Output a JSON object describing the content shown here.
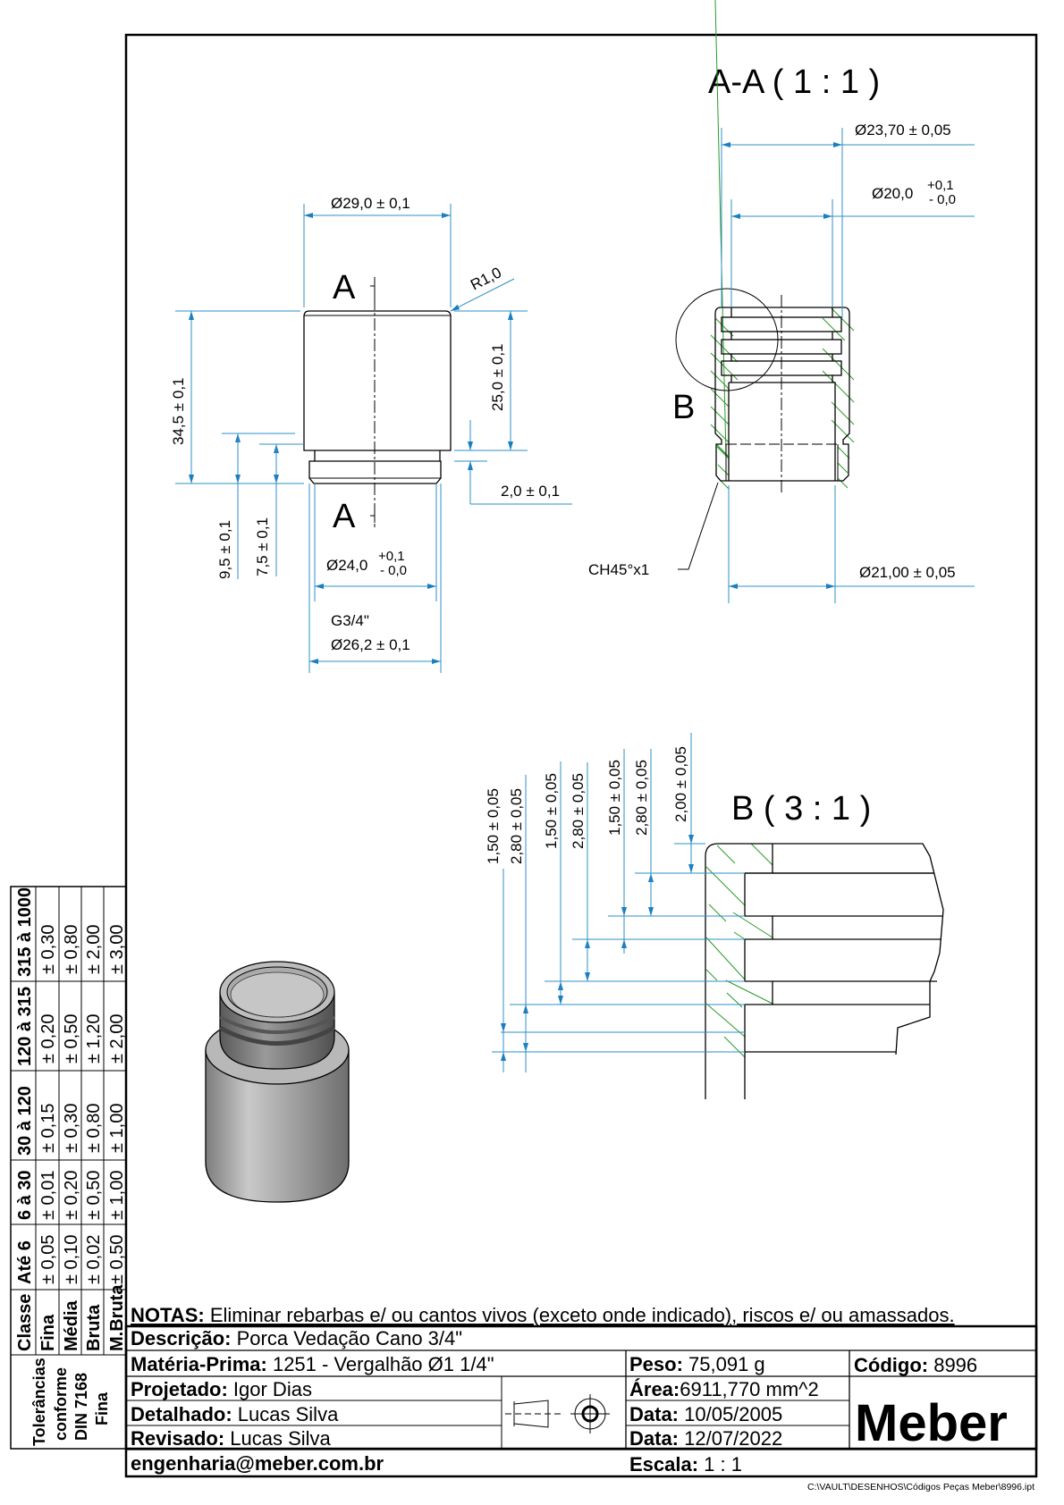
{
  "views": {
    "front": {
      "section_marker_top": "A",
      "section_marker_bottom": "A",
      "dim_outer_diameter": "Ø29,0 ± 0,1",
      "dim_radius": "R1,0",
      "dim_total_height": "34,5 ± 0,1",
      "dim_body_height": "25,0 ± 0,1",
      "dim_groove": "2,0 ± 0,1",
      "dim_9_5": "9,5 ± 0,1",
      "dim_7_5": "7,5 ± 0,1",
      "dim_thread_minor": "Ø24,0",
      "dim_thread_minor_tol_plus": "+0,1",
      "dim_thread_minor_tol_minus": "- 0,0",
      "thread_spec": "G3/4\"",
      "dim_thread_major": "Ø26,2 ± 0,1"
    },
    "section": {
      "title": "A-A  ( 1 : 1 )",
      "detail_marker": "B",
      "dim_groove_diameter": "Ø23,70 ± 0,05",
      "dim_bore": "Ø20,0",
      "dim_bore_tol_plus": "+0,1",
      "dim_bore_tol_minus": "- 0,0",
      "chamfer": "CH45°x1",
      "dim_inner_lower": "Ø21,00 ± 0,05"
    },
    "detail": {
      "title": "B  ( 3 : 1 )",
      "dims": [
        "1,50 ± 0,05",
        "2,80 ± 0,05",
        "1,50 ± 0,05",
        "2,80 ± 0,05",
        "1,50 ± 0,05",
        "2,80 ± 0,05",
        "2,00 ± 0,05"
      ]
    }
  },
  "tolerance_table": {
    "caption_lines": [
      "Tolerâncias",
      "conforme",
      "DIN 7168",
      "Fina"
    ],
    "header": [
      "Classe",
      "Até 6",
      "6 à 30",
      "30 à 120",
      "120 à 315",
      "315 à 1000"
    ],
    "rows": [
      {
        "class": "Fina",
        "values": [
          "± 0,05",
          "± 0,01",
          "± 0,15",
          "± 0,20",
          "± 0,30"
        ]
      },
      {
        "class": "Média",
        "values": [
          "± 0,10",
          "± 0,20",
          "± 0,30",
          "± 0,50",
          "± 0,80"
        ]
      },
      {
        "class": "Bruta",
        "values": [
          "± 0,02",
          "± 0,50",
          "± 0,80",
          "± 1,20",
          "± 2,00"
        ]
      },
      {
        "class": "M.Bruta",
        "values": [
          "± 0,50",
          "± 1,00",
          "± 1,00",
          "± 2,00",
          "± 3,00"
        ]
      }
    ]
  },
  "title_block": {
    "notes_label": "NOTAS:",
    "notes_text": " Eliminar rebarbas e/ ou cantos vivos (exceto onde indicado), riscos e/ ou amassados.",
    "descricao_label": "Descrição:",
    "descricao_value": " Porca Vedação Cano 3/4\"",
    "materia_label": "Matéria-Prima:",
    "materia_value": " 1251 - Vergalhão Ø1 1/4\"",
    "peso_label": "Peso:",
    "peso_value": " 75,091 g",
    "codigo_label": "Código:",
    "codigo_value": " 8996",
    "projetado_label": "Projetado:",
    "projetado_value": " Igor Dias",
    "area_label": "Área:",
    "area_value": "6911,770 mm^2",
    "detalhado_label": "Detalhado:",
    "detalhado_value": " Lucas Silva",
    "data1_label": "Data:",
    "data1_value": " 10/05/2005",
    "revisado_label": "Revisado:",
    "revisado_value": " Lucas Silva",
    "data2_label": "Data:",
    "data2_value": " 12/07/2022",
    "email": "engenharia@meber.com.br",
    "escala_label": "Escala:",
    "escala_value": " 1 : 1",
    "company_logo": "Meber",
    "projection_symbol": "first-angle-projection-icon"
  },
  "file_path": "C:\\VAULT\\DESENHOS\\Códigos Peças Meber\\8996.ipt",
  "colors": {
    "dimension": "#2e8fc7",
    "hatch": "#2a9a2a",
    "line": "#000000"
  }
}
